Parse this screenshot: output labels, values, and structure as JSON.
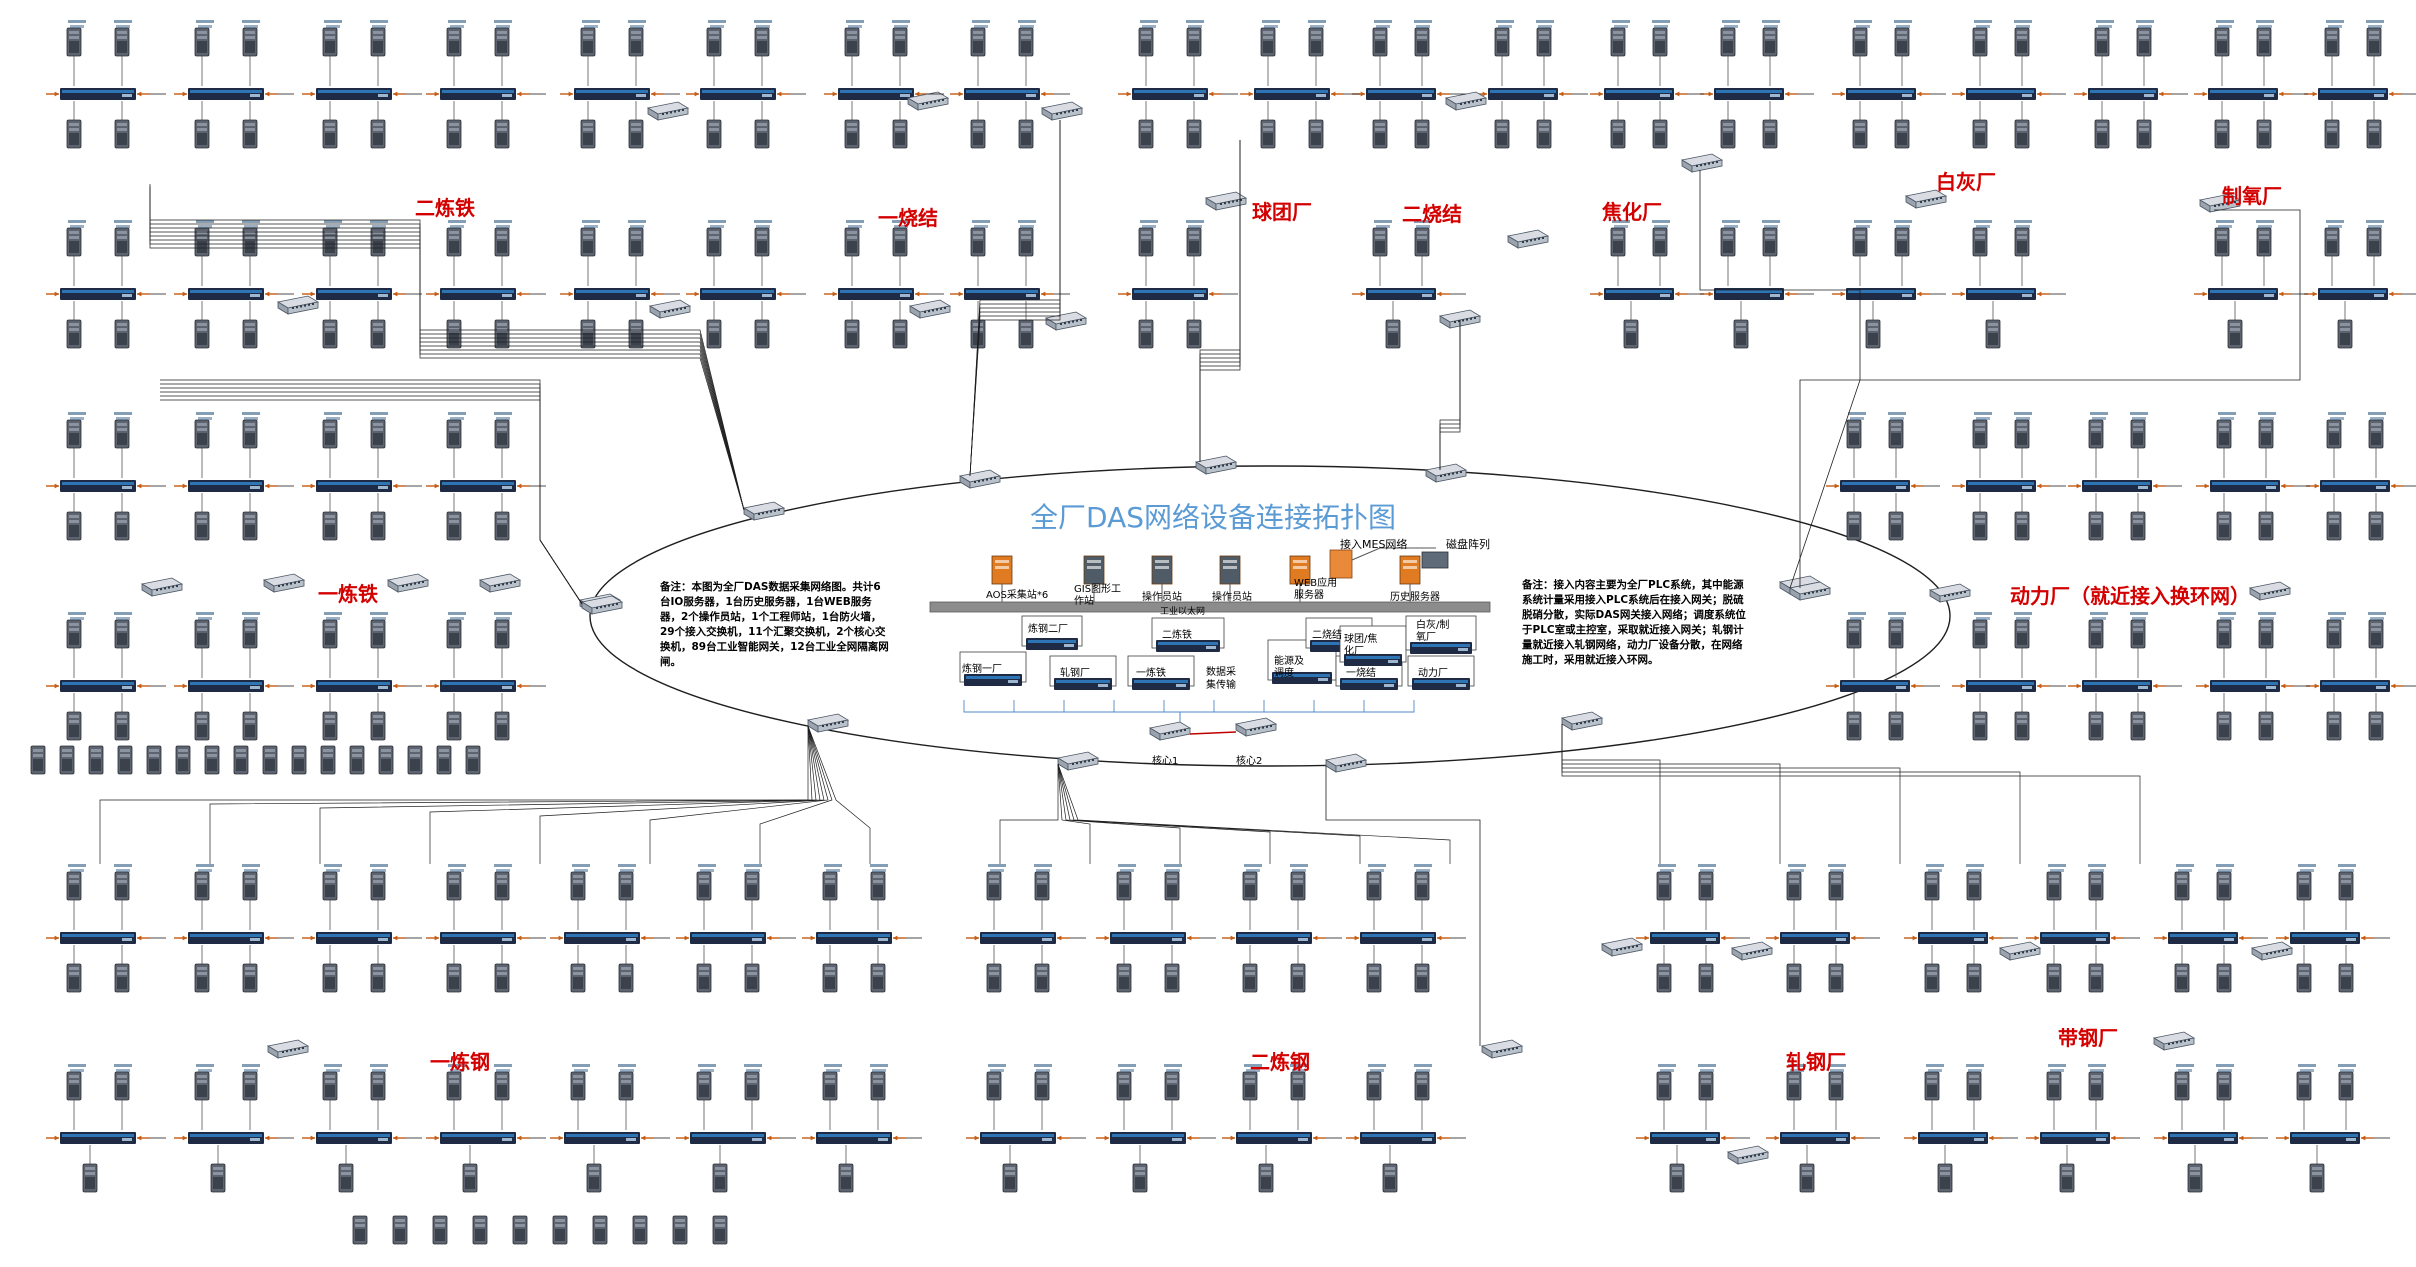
{
  "title": "全厂DAS网络设备连接拓扑图",
  "areas": [
    {
      "id": "erliantie",
      "label": "二炼铁"
    },
    {
      "id": "yishaojie",
      "label": "一烧结"
    },
    {
      "id": "qiutuanchang",
      "label": "球团厂"
    },
    {
      "id": "ershaojie",
      "label": "二烧结"
    },
    {
      "id": "jiaohuachang",
      "label": "焦化厂"
    },
    {
      "id": "baihuichang",
      "label": "白灰厂"
    },
    {
      "id": "zhiyangchang",
      "label": "制氧厂"
    },
    {
      "id": "yiliantie",
      "label": "一炼铁"
    },
    {
      "id": "donglichang",
      "label": "动力厂（就近接入换环网）"
    },
    {
      "id": "yiliangang",
      "label": "一炼钢"
    },
    {
      "id": "erliangang",
      "label": "二炼钢"
    },
    {
      "id": "zhagangchang",
      "label": "轧钢厂"
    },
    {
      "id": "daigangchang",
      "label": "带钢厂"
    }
  ],
  "notes": {
    "left": "备注：本图为全厂DAS数据采集网络图。共计6台IO服务器，1台历史服务器，1台WEB服务器，2个操作员站，1个工程师站，1台防火墙，29个接入交换机，11个汇聚交换机，2个核心交换机，89台工业智能网关，12台工业全网隔离网闸。",
    "right": "备注：接入内容主要为全厂PLC系统，其中能源系统计量采用接入PLC系统后在接入网关；脱硫脱硝分散，实际DAS网关接入网络；调度系统位于PLC室或主控室，采取就近接入网关；轧钢计量就近接入轧钢网络，动力厂设备分散，在网络施工时，采用就近接入环网。"
  },
  "core": {
    "aos_collect": "AOS采集站*6",
    "gis_station": "GIS图形工作站",
    "operator_station_1": "操作员站",
    "operator_station_2": "操作员站",
    "web_server": "WEB应用服务器",
    "history_server": "历史服务器",
    "mes_network": "接入MES网络",
    "disk_array": "磁盘阵列",
    "industrial_ring": "工业以太网",
    "core_switch_1": "核心1",
    "core_switch_2": "核心2",
    "data_flow_label": "数据采集传输",
    "plant_boxes": [
      "炼钢二厂",
      "炼钢一厂",
      "轧钢厂",
      "一炼铁",
      "二炼铁",
      "能源及调度",
      "一烧结",
      "二烧结",
      "球团/焦化厂",
      "动力厂",
      "白灰/制氧厂"
    ]
  },
  "colors": {
    "title": "#5b9bd5",
    "area_label": "#d40000",
    "link": "#1f1f1f",
    "switch_body": "#1f2a44",
    "switch_stripe": "#2e75b6",
    "arrow": "#c55a11",
    "core_flow": "#4f8ac9",
    "core_red": "#c00000"
  }
}
